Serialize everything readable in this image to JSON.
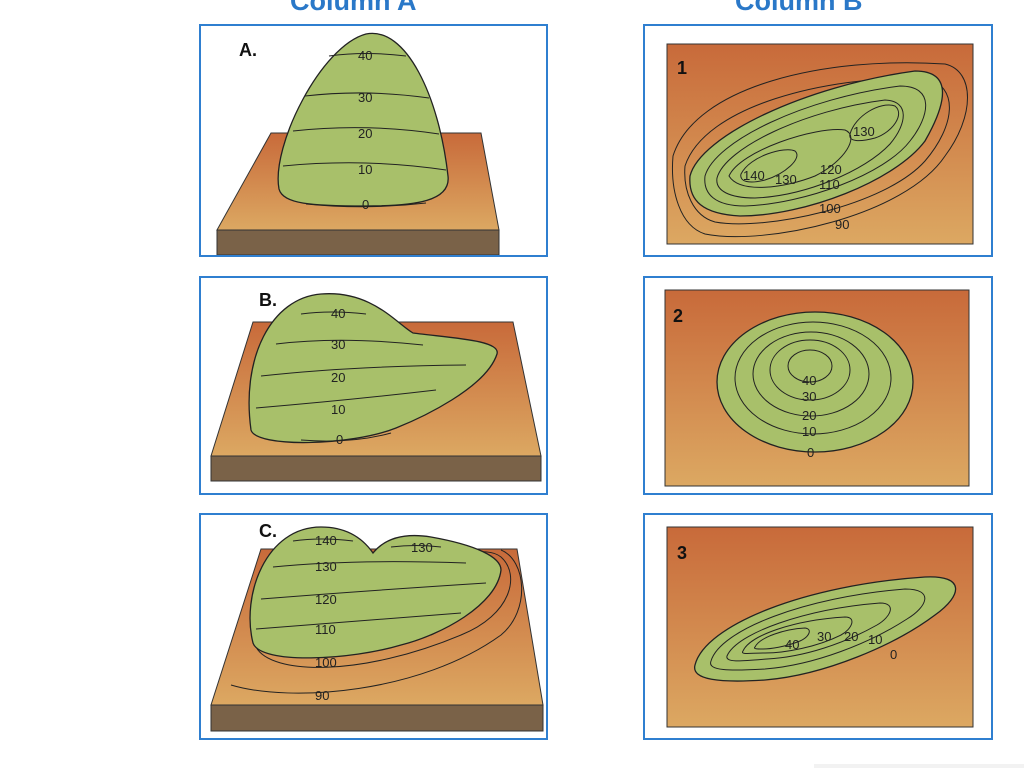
{
  "headers": {
    "column_a": "Column A",
    "column_b": "Column B"
  },
  "column_a": [
    {
      "letter": "A.",
      "contours": [
        "40",
        "30",
        "20",
        "10",
        "0"
      ]
    },
    {
      "letter": "B.",
      "contours": [
        "40",
        "30",
        "20",
        "10",
        "0"
      ]
    },
    {
      "letter": "C.",
      "contours": [
        "140",
        "130",
        "130",
        "120",
        "110",
        "100",
        "90"
      ]
    }
  ],
  "column_b": [
    {
      "number": "1",
      "contours": [
        "140",
        "130",
        "130",
        "120",
        "110",
        "100",
        "90"
      ]
    },
    {
      "number": "2",
      "contours": [
        "40",
        "30",
        "20",
        "10",
        "0"
      ]
    },
    {
      "number": "3",
      "contours": [
        "40",
        "30",
        "20",
        "10",
        "0"
      ]
    }
  ],
  "colors": {
    "border": "#2f7fd0",
    "header": "#2a78c8",
    "land": "#a8c06a",
    "ground_top": "#c86a3a",
    "ground_bottom": "#d9a860",
    "side": "#7a6248"
  }
}
